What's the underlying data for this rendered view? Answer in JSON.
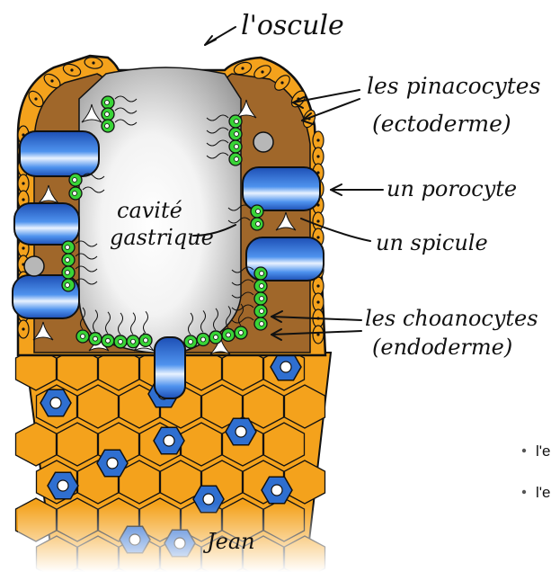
{
  "labels": {
    "oscule": "l'oscule",
    "pinacocytes_1": "les pinacocytes",
    "pinacocytes_2": "(ectoderme)",
    "porocyte": "un porocyte",
    "spicule": "un spicule",
    "choanocytes_1": "les choanocytes",
    "choanocytes_2": "(endoderme)",
    "cavity_1": "cavité",
    "cavity_2": "gastrique",
    "signature": "Jean"
  },
  "bullets": [
    {
      "text": "l'e"
    },
    {
      "text": "l'e"
    }
  ],
  "colors": {
    "body_orange": "#f4a21c",
    "wall_brown": "#a0672a",
    "porocyte_blue": "#2f6fd0",
    "choanocyte_green": "#39d437",
    "cell_outline": "#111111",
    "cavity_gray": "#bdbdbd"
  }
}
